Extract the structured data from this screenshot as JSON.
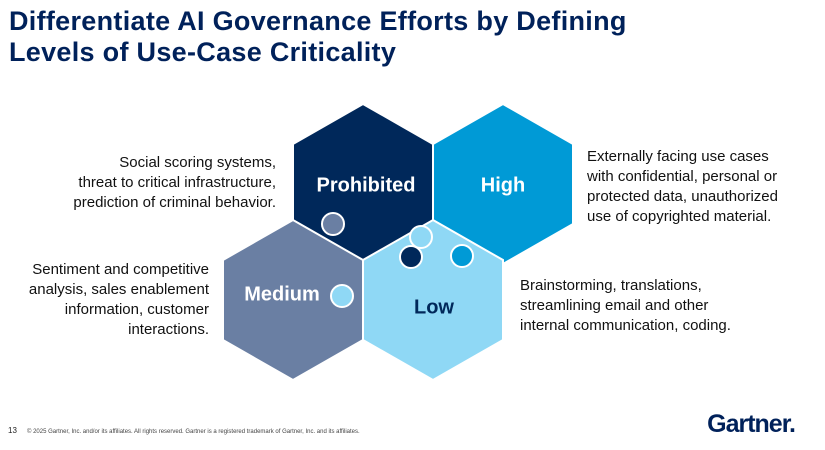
{
  "title": [
    "Differentiate AI Governance Efforts by Defining",
    "Levels of Use-Case Criticality"
  ],
  "levels": {
    "prohibited": {
      "label": "Prohibited",
      "color": "#00285a",
      "description": [
        "Social scoring systems,",
        "threat to critical infrastructure,",
        "prediction of criminal behavior."
      ]
    },
    "high": {
      "label": "High",
      "color": "#009ad6",
      "description": [
        "Externally facing use cases",
        "with confidential, personal or",
        "protected data, unauthorized",
        "use of copyrighted material."
      ]
    },
    "medium": {
      "label": "Medium",
      "color": "#6a7fa3",
      "description": [
        "Sentiment and competitive",
        "analysis, sales enablement",
        "information, customer",
        "interactions."
      ]
    },
    "low": {
      "label": "Low",
      "color": "#8fd8f5",
      "description": [
        "Brainstorming, translations,",
        "streamlining email and other",
        "internal communication, coding."
      ]
    }
  },
  "footer": {
    "page": "13",
    "copyright": "© 2025 Gartner, Inc. and/or its affiliates. All rights reserved. Gartner is a registered trademark of Gartner, Inc. and its affiliates.",
    "logo": "Gartner."
  }
}
